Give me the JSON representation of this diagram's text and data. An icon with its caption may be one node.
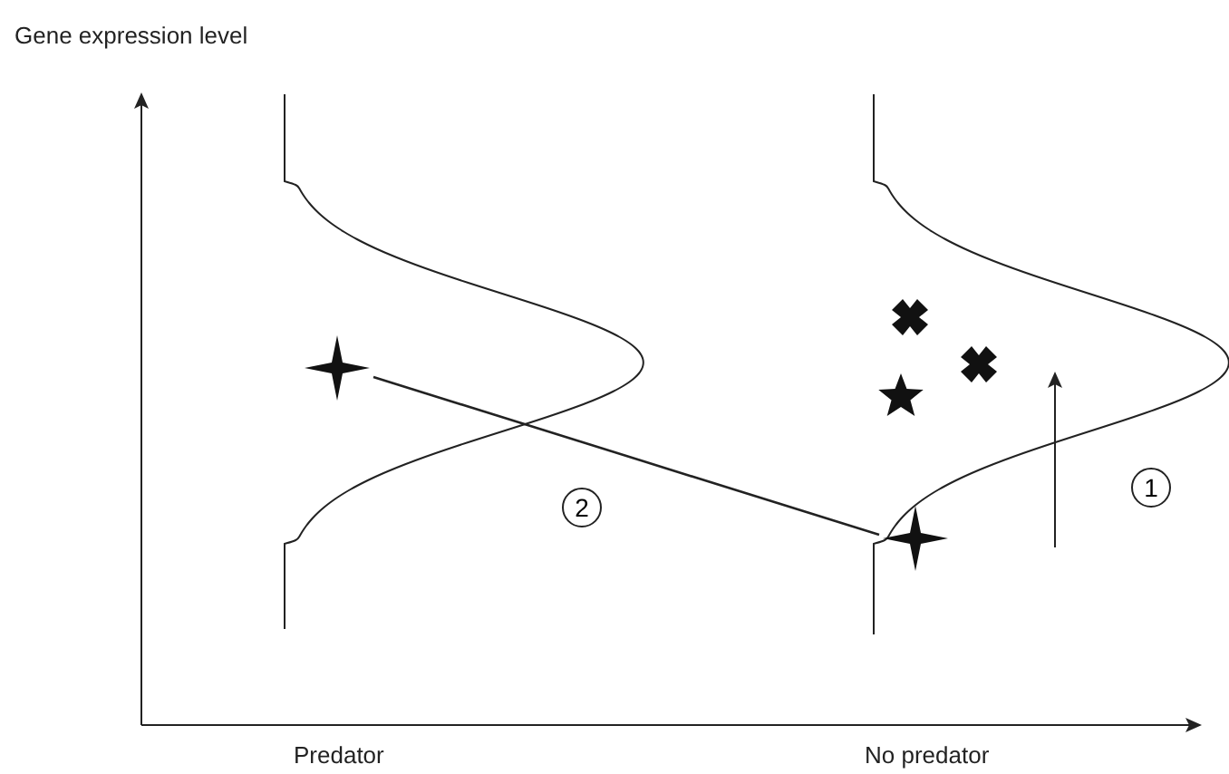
{
  "diagram": {
    "nodes": [
      {
        "text": [],
        "shape": "star"
      },
      {
        "text": [],
        "shape": "star"
      }
    ],
    "edges": [
      {
        "from": 0,
        "to": 1,
        "arrow": "none"
      }
    ],
    "labels": [
      "Gene expression level",
      "2",
      "1",
      "Predator",
      "No predator"
    ]
  }
}
